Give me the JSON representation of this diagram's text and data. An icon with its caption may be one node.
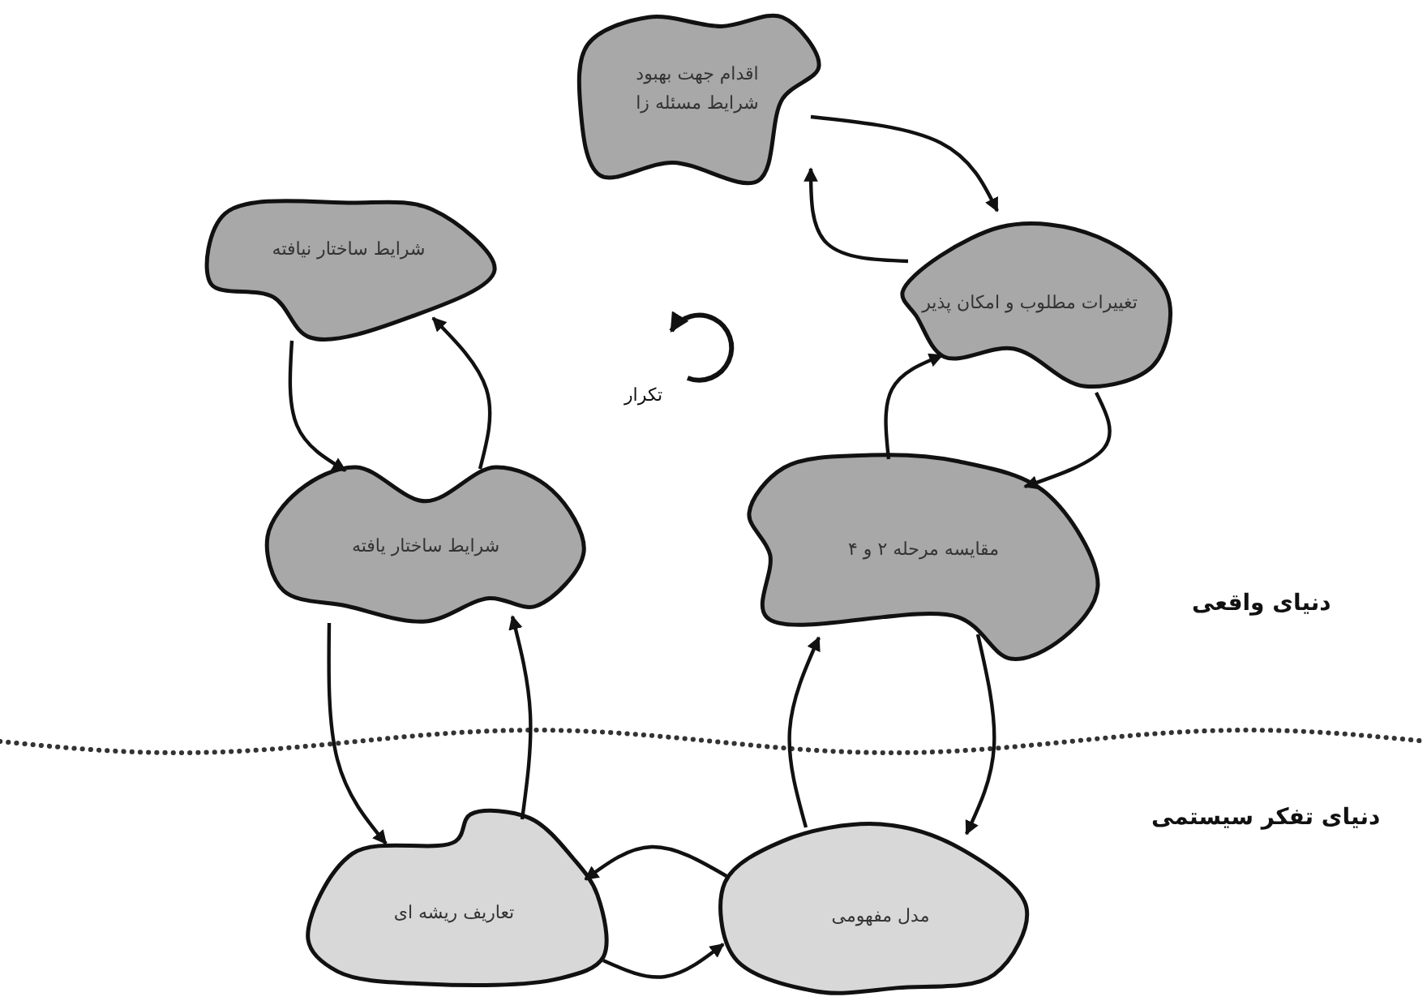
{
  "diagram": {
    "nodes": [
      {
        "text": [
          "اقدام جهت بهبود شرایط مسئله زا"
        ]
      },
      {
        "text": [
          "شرایط ساختار نیافته"
        ]
      },
      {
        "text": [
          "تغییرات مطلوب و امکان پذیر"
        ]
      },
      {
        "text": [
          "شرایط ساختار یافته"
        ]
      },
      {
        "text": [
          "مقایسه مرحله ۲ و ۴"
        ]
      },
      {
        "text": [
          "تعاریف ریشه ای"
        ]
      },
      {
        "text": [
          "مدل مفهومی"
        ]
      }
    ],
    "edges": [
      {
        "from": 1,
        "to": 3,
        "arrow": "to"
      },
      {
        "from": 3,
        "to": 1,
        "arrow": "to"
      },
      {
        "from": 3,
        "to": 5,
        "arrow": "to"
      },
      {
        "from": 5,
        "to": 3,
        "arrow": "to"
      },
      {
        "from": 5,
        "to": 6,
        "arrow": "to"
      },
      {
        "from": 6,
        "to": 5,
        "arrow": "to"
      },
      {
        "from": 6,
        "to": 4,
        "arrow": "to"
      },
      {
        "from": 4,
        "to": 6,
        "arrow": "to"
      },
      {
        "from": 4,
        "to": 2,
        "arrow": "to"
      },
      {
        "from": 2,
        "to": 4,
        "arrow": "to"
      },
      {
        "from": 2,
        "to": 0,
        "arrow": "to"
      },
      {
        "from": 0,
        "to": 2,
        "arrow": "to"
      }
    ],
    "labels": [
      "تکرار",
      "دنیای واقعی",
      "دنیای تفکر سیستمی"
    ]
  }
}
